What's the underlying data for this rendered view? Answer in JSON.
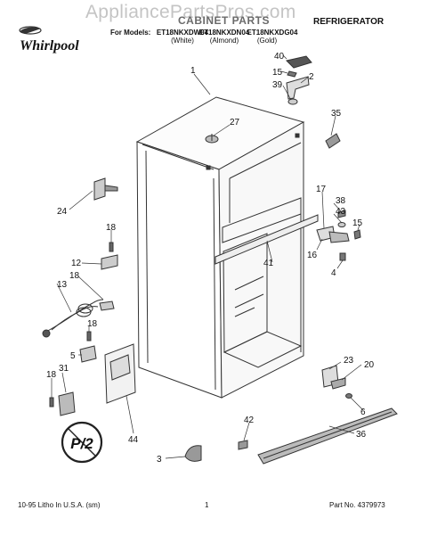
{
  "watermark": "AppliancePartsPros.com",
  "header": {
    "section_title": "CABINET PARTS",
    "product": "REFRIGERATOR",
    "models_label": "For Models:",
    "models": [
      {
        "model": "ET18NKXDW04",
        "finish": "(White)"
      },
      {
        "model": "ET18NKXDN04",
        "finish": "(Almond)"
      },
      {
        "model": "ET18NKXDG04",
        "finish": "(Gold)"
      }
    ],
    "brand": "Whirlpool"
  },
  "callouts": [
    "40",
    "15",
    "2",
    "39",
    "1",
    "27",
    "35",
    "24",
    "17",
    "38",
    "43",
    "15",
    "18",
    "16",
    "12",
    "41",
    "4",
    "18",
    "13",
    "18",
    "5",
    "23",
    "20",
    "31",
    "18",
    "6",
    "42",
    "44",
    "36",
    "3"
  ],
  "stamp": "P/2",
  "footer": {
    "left": "10-95 Litho In U.S.A. (sm)",
    "page": "1",
    "part_no": "Part No. 4379973"
  }
}
